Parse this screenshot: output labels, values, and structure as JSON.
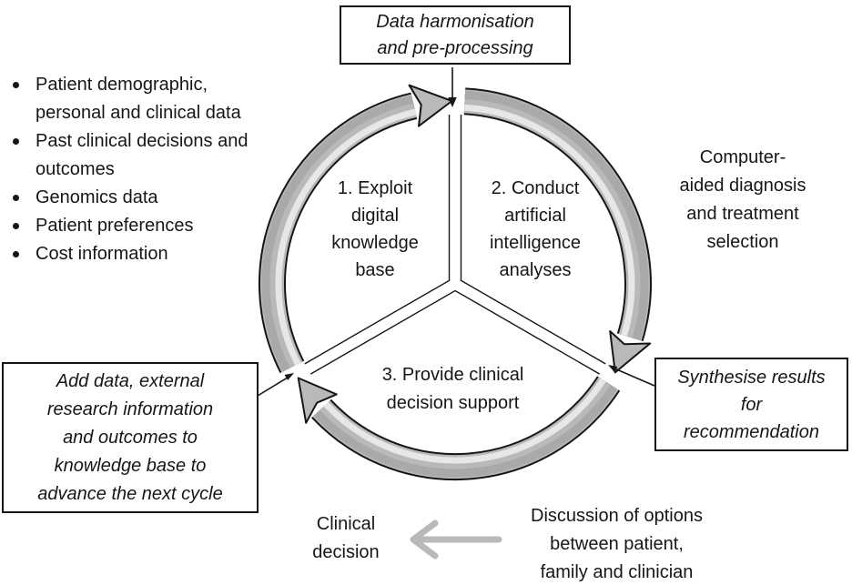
{
  "figure": {
    "inputs_list": {
      "items": [
        "Patient demographic,\npersonal and clinical data",
        "Past clinical decisions and\noutcomes",
        "Genomics data",
        "Patient preferences",
        "Cost information"
      ]
    },
    "boxes": {
      "top": "Data harmonisation\nand pre-processing",
      "right": "Synthesise results\nfor\nrecommendation",
      "left": "Add data, external\nresearch information\nand outcomes to\nknowledge base to\nadvance the next cycle"
    },
    "cycle_steps": {
      "step1": "1. Exploit\ndigital\nknowledge\nbase",
      "step2": "2. Conduct\nartificial\nintelligence\nanalyses",
      "step3": "3. Provide clinical\ndecision support"
    },
    "annotations": {
      "computer_aided": "Computer-\naided diagnosis\nand treatment\nselection",
      "clinical_decision": "Clinical\ndecision",
      "discussion": "Discussion of options\nbetween patient,\nfamily and clinician"
    },
    "colors": {
      "ring_base": "#b9b9b9",
      "ring_outer_stripe": "#a9a9a9",
      "ring_highlight": "#e7e7e7",
      "outline": "#161616",
      "flat_arrow_gray": "#b9b9b9"
    }
  }
}
